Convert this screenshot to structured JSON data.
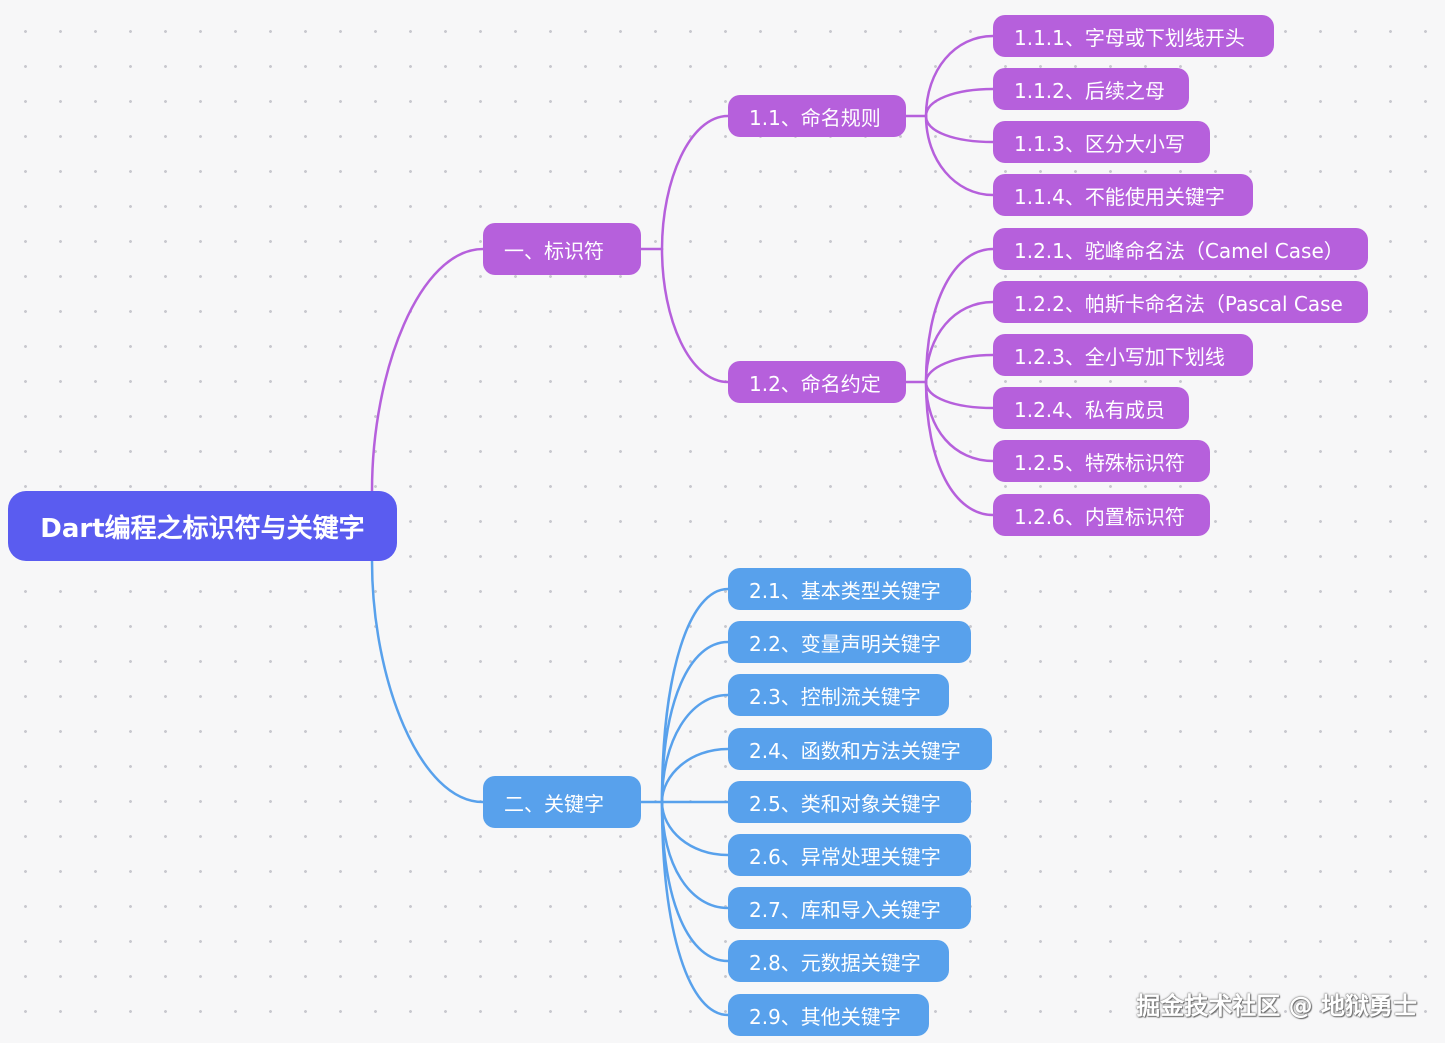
{
  "root": {
    "label": "Dart编程之标识符与关键字"
  },
  "branch1": {
    "label": "一、标识符",
    "sub1": {
      "label": "1.1、命名规则",
      "items": [
        "1.1.1、字母或下划线开头",
        "1.1.2、后续之母",
        "1.1.3、区分大小写",
        "1.1.4、不能使用关键字"
      ]
    },
    "sub2": {
      "label": "1.2、命名约定",
      "items": [
        "1.2.1、驼峰命名法（Camel Case）",
        "1.2.2、帕斯卡命名法（Pascal Case",
        "1.2.3、全小写加下划线",
        "1.2.4、私有成员",
        "1.2.5、特殊标识符",
        "1.2.6、内置标识符"
      ]
    }
  },
  "branch2": {
    "label": "二、关键字",
    "items": [
      "2.1、基本类型关键字",
      "2.2、变量声明关键字",
      "2.3、控制流关键字",
      "2.4、函数和方法关键字",
      "2.5、类和对象关键字",
      "2.6、异常处理关键字",
      "2.7、库和导入关键字",
      "2.8、元数据关键字",
      "2.9、其他关键字"
    ]
  },
  "watermark": "掘金技术社区 @ 地狱勇士",
  "colors": {
    "root": "#5a5cf0",
    "branch1": "#b660dc",
    "branch2": "#58a1ec"
  }
}
